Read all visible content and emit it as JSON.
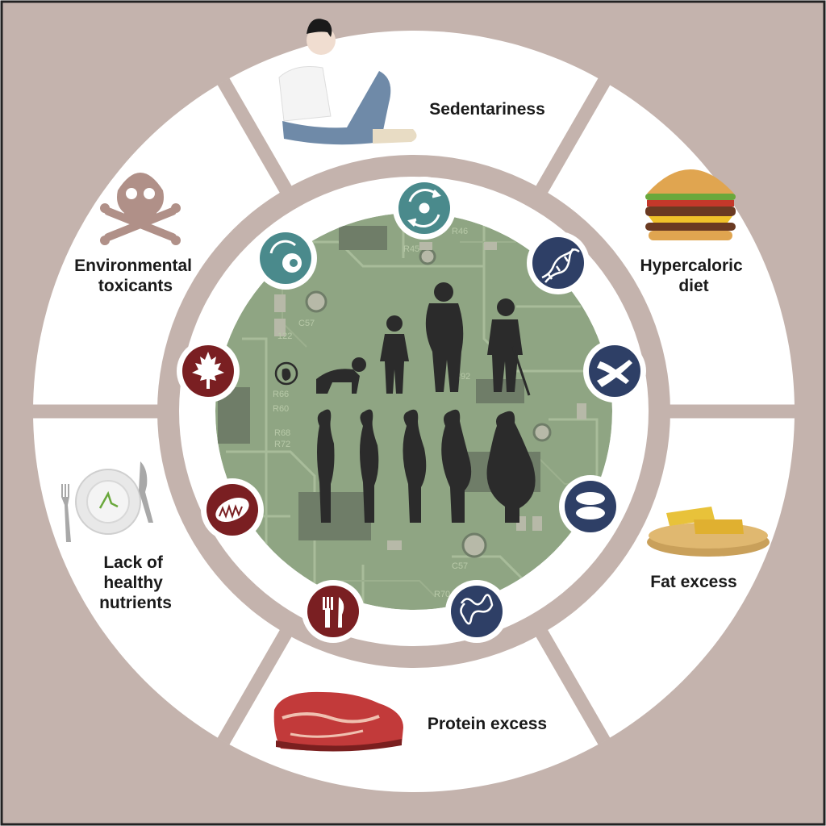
{
  "outer_factors": [
    {
      "id": "sedentariness",
      "lines": [
        "Sedentariness"
      ],
      "icon": "sitting-person-icon"
    },
    {
      "id": "hypercaloric-diet",
      "lines": [
        "Hypercaloric",
        "diet"
      ],
      "icon": "burger-icon"
    },
    {
      "id": "fat-excess",
      "lines": [
        "Fat excess"
      ],
      "icon": "butter-pancake-icon"
    },
    {
      "id": "protein-excess",
      "lines": [
        "Protein excess"
      ],
      "icon": "meat-steak-icon"
    },
    {
      "id": "lack-of-healthy-nutrients",
      "lines": [
        "Lack of",
        "healthy",
        "nutrients"
      ],
      "icon": "empty-plate-icon"
    },
    {
      "id": "environmental-toxicants",
      "lines": [
        "Environmental",
        "toxicants"
      ],
      "icon": "skull-crossbones-icon"
    }
  ],
  "inner_badges": [
    {
      "icon": "cell-cycle-icon",
      "color": "#4a8a8c"
    },
    {
      "icon": "dna-helix-icon",
      "color": "#2e3f66"
    },
    {
      "icon": "chromosome-icon",
      "color": "#2e3f66"
    },
    {
      "icon": "membrane-vesicle-icon",
      "color": "#2e3f66"
    },
    {
      "icon": "protein-structure-icon",
      "color": "#2e3f66"
    },
    {
      "icon": "fork-knife-icon",
      "color": "#7a1f22"
    },
    {
      "icon": "mitochondrion-icon",
      "color": "#7a1f22"
    },
    {
      "icon": "maple-leaf-icon",
      "color": "#7a1f22"
    },
    {
      "icon": "stem-cell-icon",
      "color": "#4a8a8c"
    }
  ],
  "pcb_labels": [
    "R46",
    "R45",
    "C57",
    "R66",
    "R60",
    "R68",
    "R72",
    "C92",
    "C57",
    "R70",
    "122"
  ],
  "colors": {
    "frame": "#c4b3ad",
    "ring": "#ffffff",
    "circuit": "#8fa583",
    "silhouette": "#2b2b2b",
    "teal": "#4a8a8c",
    "navy": "#2e3f66",
    "maroon": "#7a1f22"
  }
}
